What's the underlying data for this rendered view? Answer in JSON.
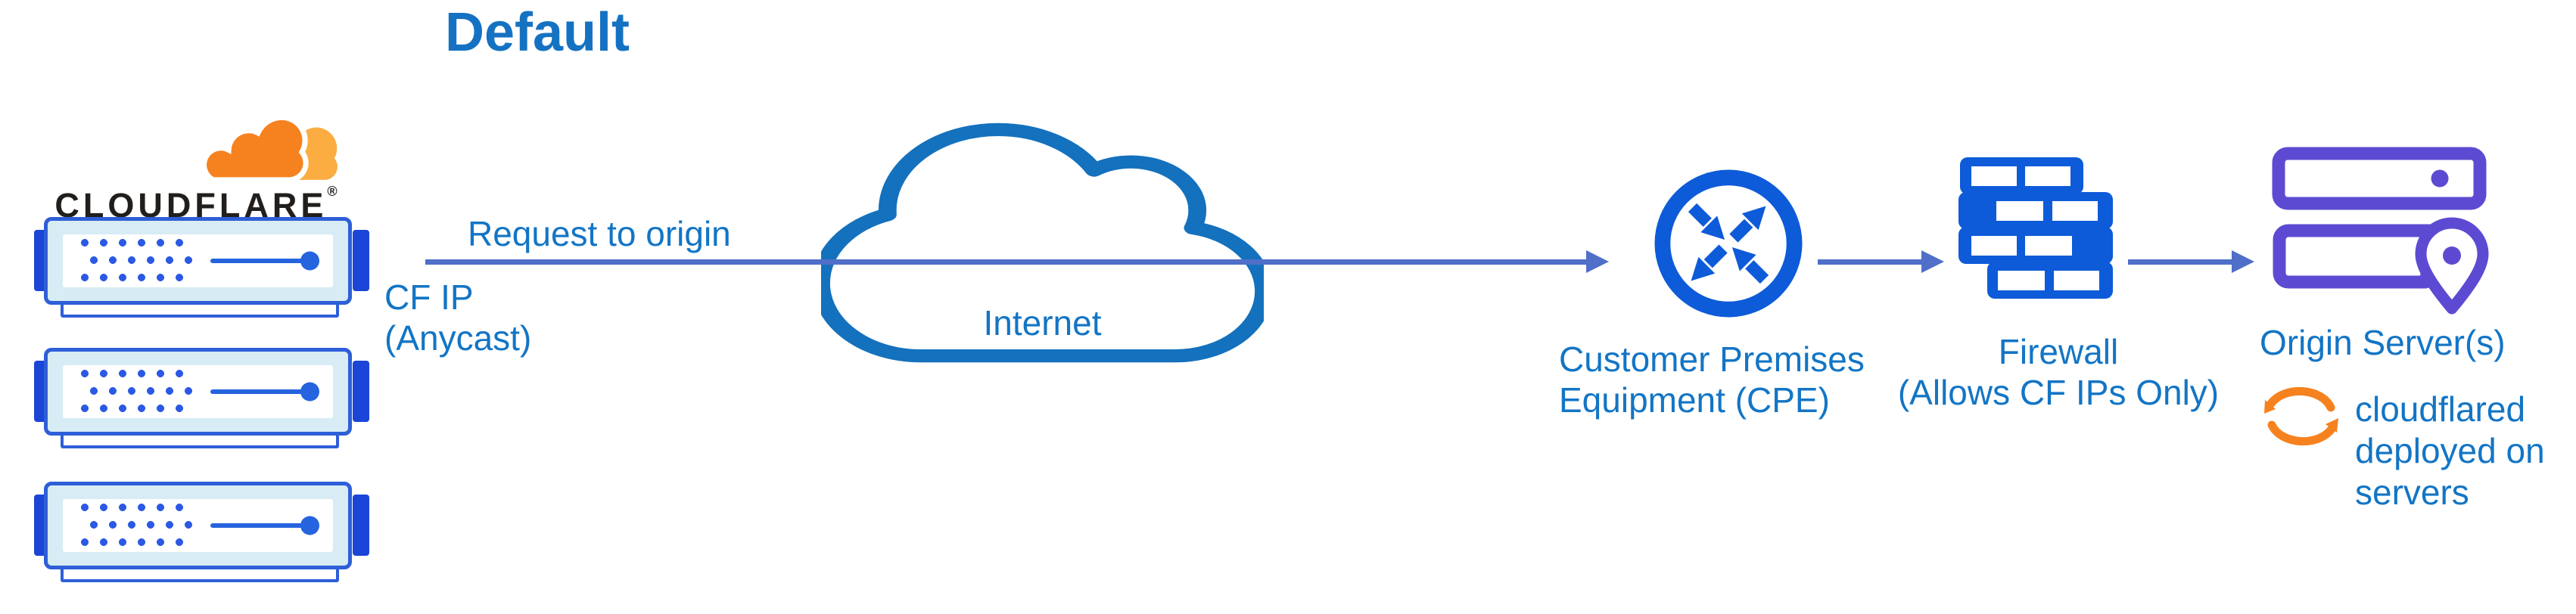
{
  "diagram": {
    "title": "Default",
    "cloudflare": {
      "wordmark": "CLOUDFLARE",
      "registered": "®"
    },
    "edge": {
      "request_label": "Request to origin",
      "cf_ip_line1": "CF IP",
      "cf_ip_line2": "(Anycast)"
    },
    "internet": {
      "label": "Internet"
    },
    "cpe": {
      "label_line1": "Customer Premises",
      "label_line2": "Equipment (CPE)"
    },
    "firewall": {
      "label_line1": "Firewall",
      "label_line2": "(Allows CF IPs Only)"
    },
    "origin": {
      "label": "Origin Server(s)"
    },
    "cloudflared": {
      "lines": [
        "cloudflared",
        "deployed on",
        "servers"
      ]
    },
    "icons": {
      "cloudflare_logo": "cloudflare-cloud-logo",
      "server_rack": "server-rack-icon",
      "internet_cloud": "cloud-outline-icon",
      "cpe": "router-arrows-icon",
      "firewall": "brick-wall-icon",
      "origin_servers": "server-stack-location-icon",
      "cloudflared_sync": "sync-arrows-icon",
      "flow_arrows": "right-arrow"
    },
    "colors": {
      "text_blue": "#1375c5",
      "title_blue": "#1572c2",
      "arrow_blue": "#4f6fc8",
      "icon_blue": "#0e5bd9",
      "server_border_blue": "#2e5fd8",
      "server_tab_blue": "#1b45d6",
      "server_fill": "#d7ecf4",
      "cloud_outline_blue": "#1471bd",
      "origin_purple": "#5c4bd2",
      "cloudflare_orange": "#f6821f",
      "cloudflare_orange_light": "#fbad41",
      "wordmark_black": "#221e1b"
    }
  }
}
